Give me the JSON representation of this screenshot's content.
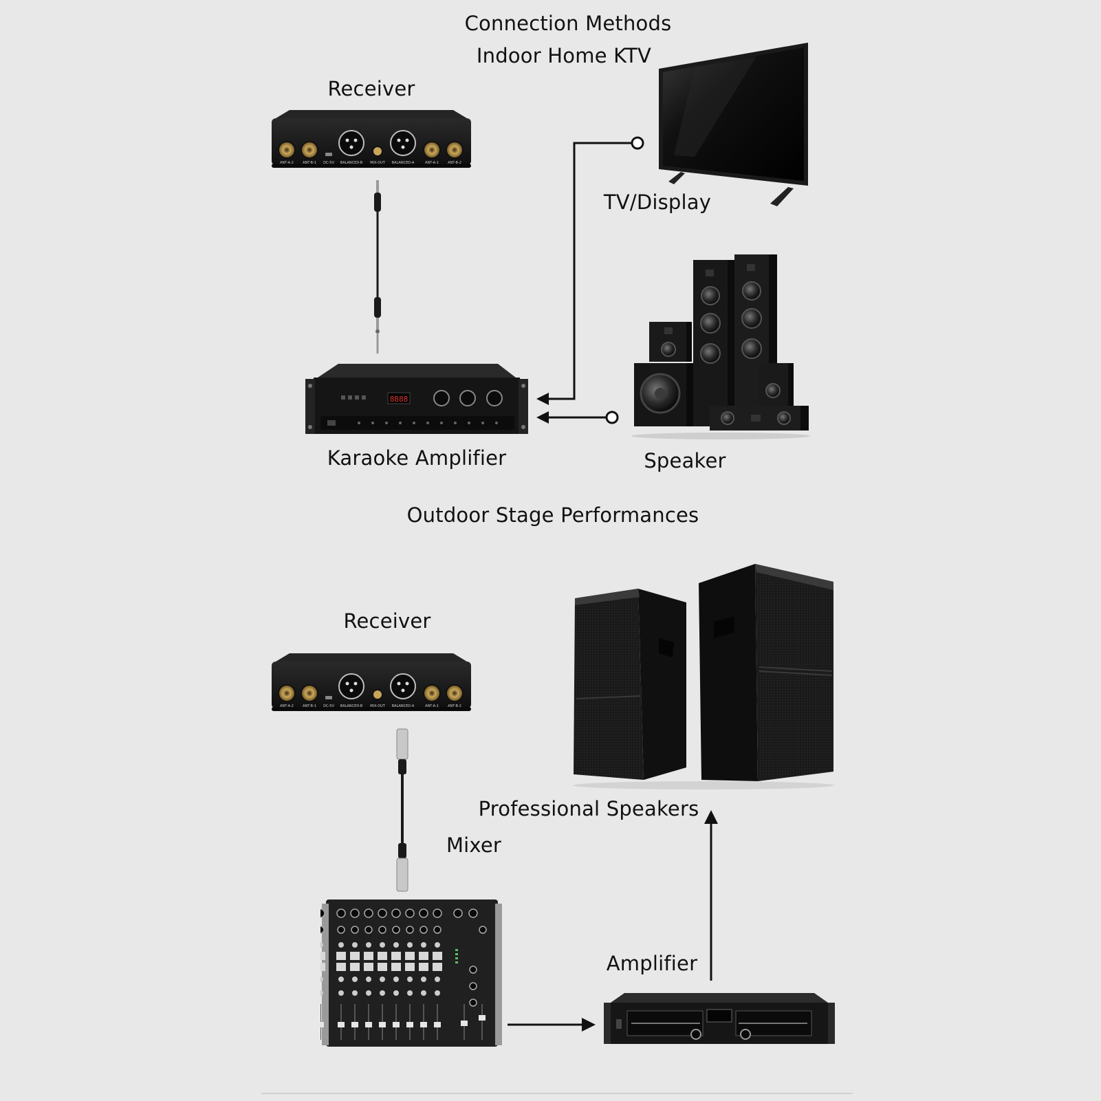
{
  "titles": {
    "main": "Connection Methods",
    "indoor": "Indoor Home KTV",
    "outdoor": "Outdoor Stage Performances"
  },
  "labels": {
    "receiver_top": "Receiver",
    "tv": "TV/Display",
    "karaoke_amp": "Karaoke Amplifier",
    "speaker": "Speaker",
    "receiver_bottom": "Receiver",
    "pro_speakers": "Professional Speakers",
    "mixer": "Mixer",
    "amplifier": "Amplifier"
  },
  "receiver_ports": [
    "ANT-A-2",
    "ANT-B-1",
    "DC-5V",
    "BALANCED-B",
    "MIX-OUT",
    "BALANCED-A",
    "ANT-A-1",
    "ANT-B-2"
  ],
  "amp_display": "8888",
  "colors": {
    "background": "#e8e8e8",
    "device": "#1b1b1b",
    "line": "#111111"
  }
}
